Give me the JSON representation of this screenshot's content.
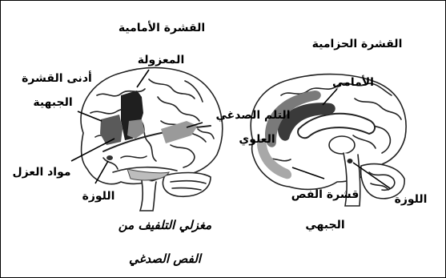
{
  "labels": {
    "ant_cortex_line1": "القشرة الأمامية",
    "ant_cortex_line2": "المعزولة",
    "cingulate_line1": "القشرة الحزامية",
    "cingulate_line2": "الأمامي",
    "lower_frontal_line1": "أدنى القشرة",
    "lower_frontal_line2": "الجبهية",
    "sup_temporal_line1": "التلم الصدغي",
    "sup_temporal_line2": "العلوي",
    "insulation": "مواد العزل",
    "amygdala_left": "اللوزة",
    "amygdala_right": "اللوزة",
    "frontal_lobe_line1": "قشرة الفص",
    "frontal_lobe_line2": "الجبهي",
    "temporal_line1": "مغزلي التلفيف من",
    "temporal_line2": "الفص الصدغي"
  },
  "colors": {
    "highlight_dark": "#2b2b2b",
    "highlight_mid": "#6e6e6e",
    "highlight_light": "#a8a8a8",
    "brain_fill": "#ffffff",
    "brain_stroke": "#222222"
  }
}
